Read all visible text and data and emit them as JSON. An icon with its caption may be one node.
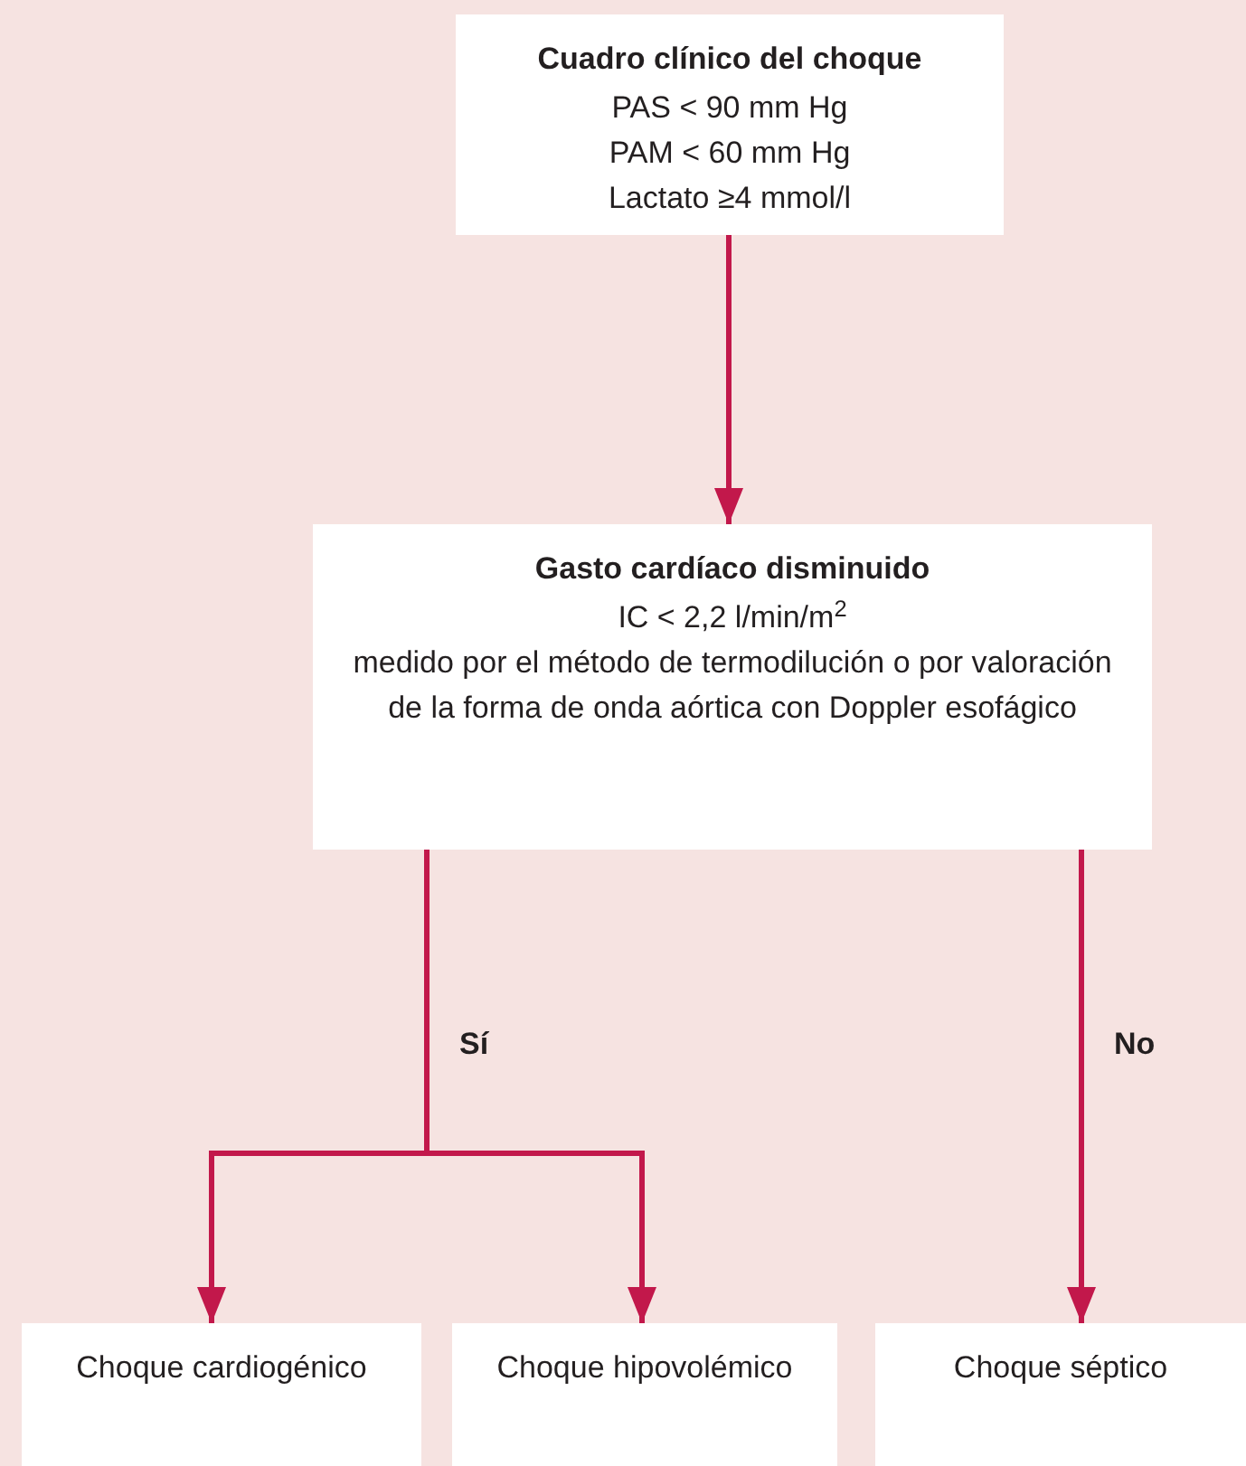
{
  "diagram": {
    "nodes": [
      {
        "text": [
          "Cuadro clínico del choque",
          "PAS < 90 mm Hg",
          "PAM < 60 mm Hg",
          "Lactato ≥4 mmol/l"
        ]
      },
      {
        "text": [
          "Gasto cardíaco disminuido",
          "IC < 2,2 l/min/m$^{2}$",
          "medido por el método de termodilución o por valoración de la forma de onda aórtica con Doppler esofágico"
        ]
      },
      {
        "text": [
          "Choque cardiogénico"
        ]
      },
      {
        "text": [
          "Choque hipovolémico"
        ]
      },
      {
        "text": [
          "Choque séptico"
        ]
      }
    ],
    "edges": [
      {
        "from": 0,
        "to": 1,
        "arrow": "to"
      },
      {
        "from": 1,
        "to": 2,
        "arrow": "to",
        "label": "Sí"
      },
      {
        "from": 1,
        "to": 3,
        "arrow": "to"
      },
      {
        "from": 1,
        "to": 4,
        "arrow": "to",
        "label": "No"
      }
    ]
  }
}
